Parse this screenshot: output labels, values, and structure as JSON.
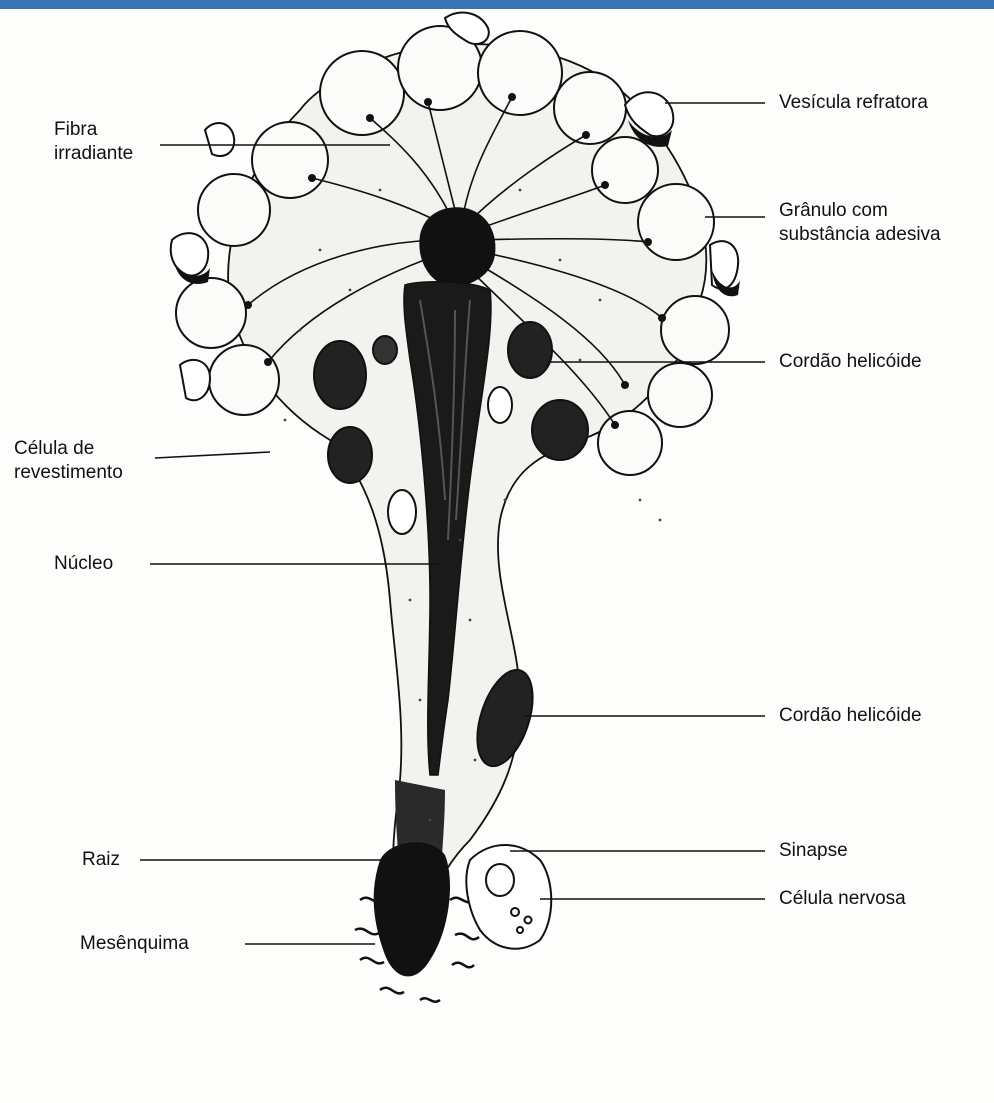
{
  "colors": {
    "top_bar": "#3a72b8",
    "ink": "#111111",
    "paper": "#fdfdfb",
    "speckle": "#444444"
  },
  "labels": {
    "fibra_line1": "Fibra",
    "fibra_line2": "irradiante",
    "vesicula": "Vesícula refratora",
    "granulo_line1": "Grânulo com",
    "granulo_line2": "substância adesiva",
    "cordao_upper": "Cordão helicóide",
    "celula_line1": "Célula de",
    "celula_line2": "revestimento",
    "nucleo": "Núcleo",
    "cordao_lower": "Cordão helicóide",
    "raiz": "Raiz",
    "sinapse": "Sinapse",
    "celula_nervosa": "Célula nervosa",
    "mesenquima": "Mesênquima"
  }
}
